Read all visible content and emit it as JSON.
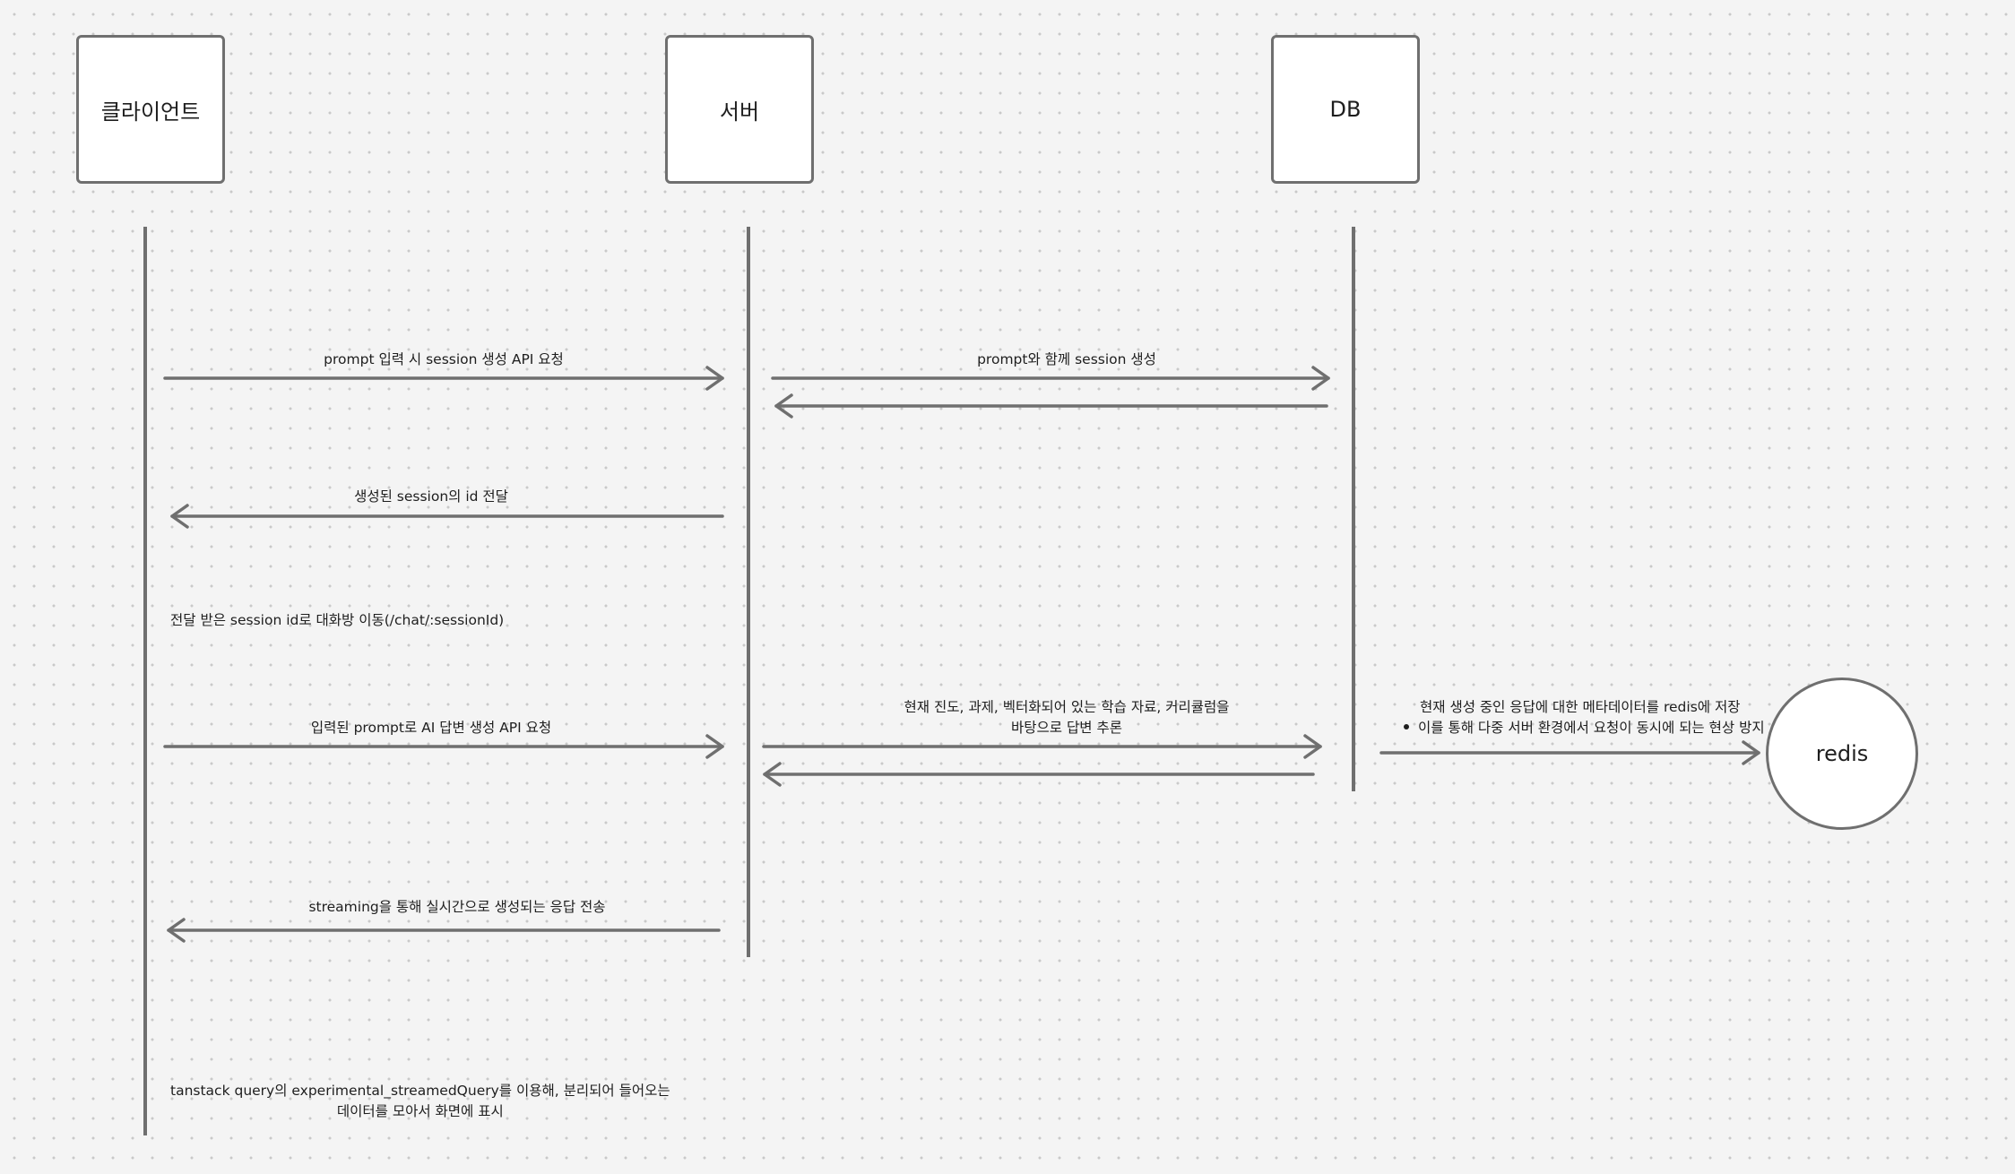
{
  "participants": {
    "client": "클라이언트",
    "server": "서버",
    "db": "DB",
    "redis": "redis"
  },
  "messages": {
    "create_session_request": "prompt 입력 시 session 생성 API 요청",
    "create_session_with_prompt": "prompt와 함께 session 생성",
    "deliver_session_id": "생성된 session의 id 전달",
    "ai_answer_request": "입력된 prompt로 AI 답변 생성 API 요청",
    "infer_answer_line1": "현재 진도, 과제, 벡터화되어 있는 학습 자료, 커리큘럼을",
    "infer_answer_line2": "바탕으로 답변 추론",
    "streaming_response": "streaming을 통해 실시간으로 생성되는 응답 전송"
  },
  "notes": {
    "navigate_chat": "전달 받은 session id로 대화방 이동(/chat/:sessionId)",
    "redis_store": "현재 생성 중인 응답에 대한 메타데이터를 redis에 저장",
    "redis_bullet": "이를 통해 다중 서버 환경에서 요청이 동시에 되는 현상 방지",
    "tanstack_line1": "tanstack query의 experimental_streamedQuery를 이용해, 분리되어 들어오는",
    "tanstack_line2": "데이터를 모아서 화면에 표시"
  },
  "colors": {
    "background": "#f4f4f4",
    "stroke": "#6f6f6f",
    "text": "#1e1e1e",
    "box_fill": "#ffffff"
  }
}
